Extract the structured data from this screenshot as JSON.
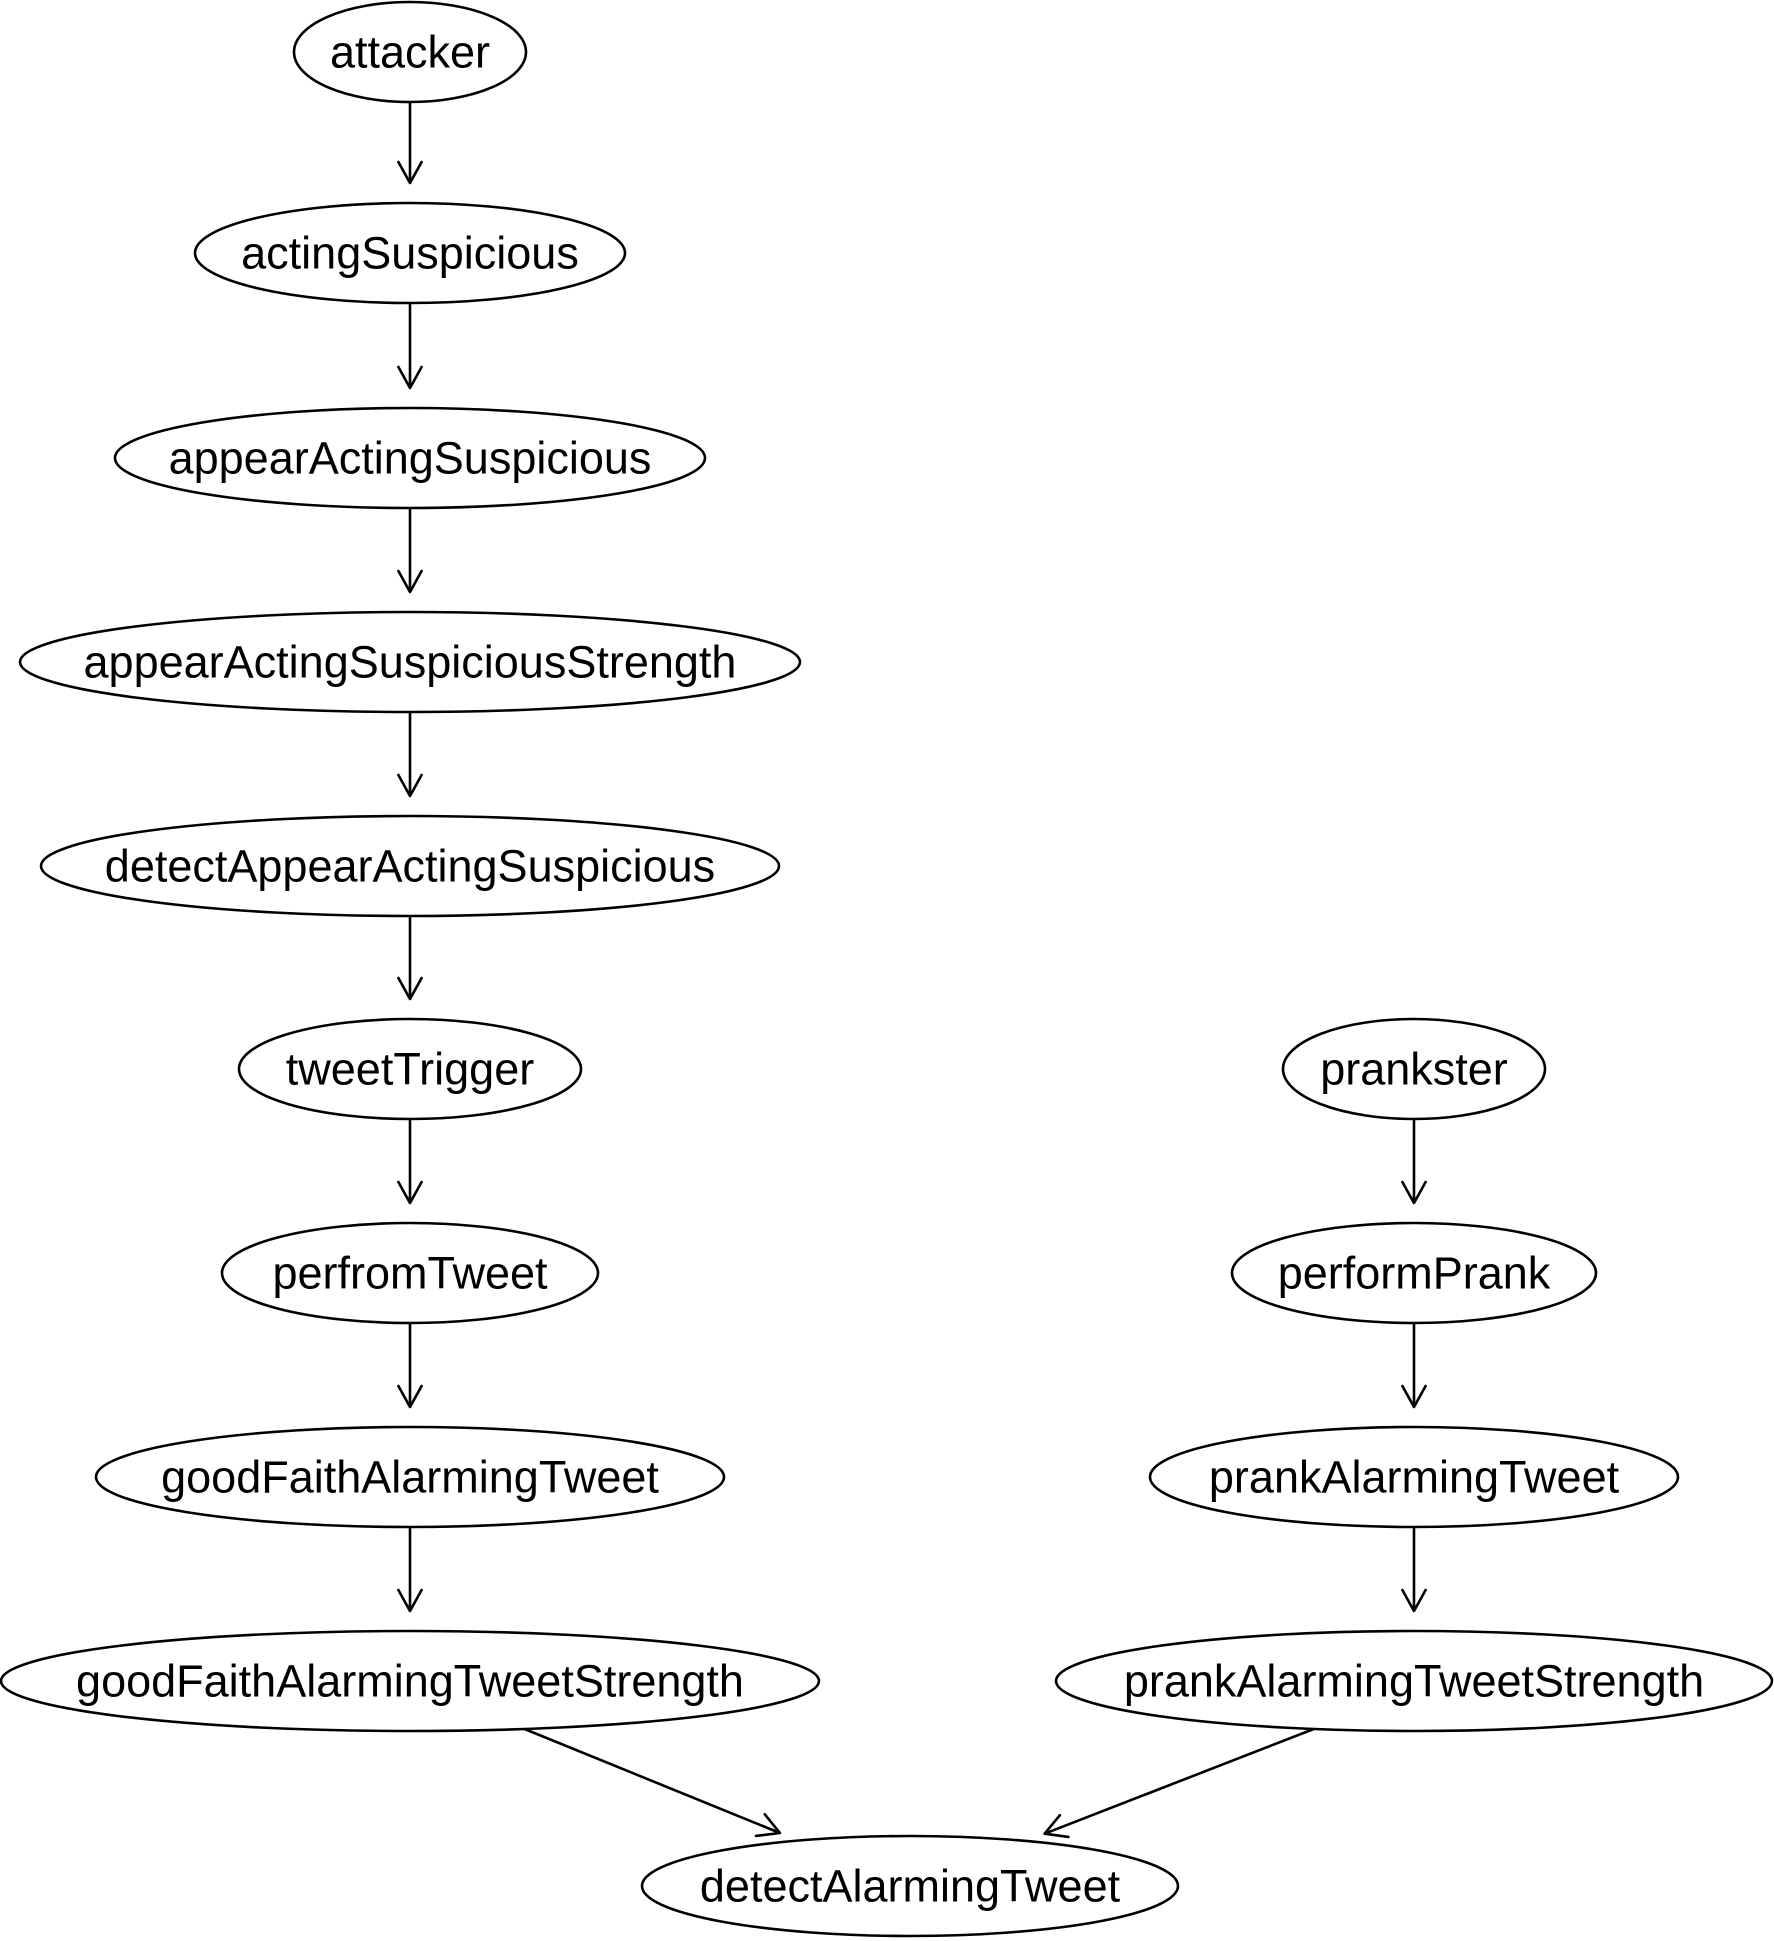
{
  "diagram": {
    "nodes": [
      {
        "id": "attacker",
        "label": "attacker"
      },
      {
        "id": "actingSuspicious",
        "label": "actingSuspicious"
      },
      {
        "id": "appearActingSuspicious",
        "label": "appearActingSuspicious"
      },
      {
        "id": "appearActingSuspiciousStrength",
        "label": "appearActingSuspiciousStrength"
      },
      {
        "id": "detectAppearActingSuspicious",
        "label": "detectAppearActingSuspicious"
      },
      {
        "id": "tweetTrigger",
        "label": "tweetTrigger"
      },
      {
        "id": "perfromTweet",
        "label": "perfromTweet"
      },
      {
        "id": "goodFaithAlarmingTweet",
        "label": "goodFaithAlarmingTweet"
      },
      {
        "id": "goodFaithAlarmingTweetStrength",
        "label": "goodFaithAlarmingTweetStrength"
      },
      {
        "id": "prankster",
        "label": "prankster"
      },
      {
        "id": "performPrank",
        "label": "performPrank"
      },
      {
        "id": "prankAlarmingTweet",
        "label": "prankAlarmingTweet"
      },
      {
        "id": "prankAlarmingTweetStrength",
        "label": "prankAlarmingTweetStrength"
      },
      {
        "id": "detectAlarmingTweet",
        "label": "detectAlarmingTweet"
      }
    ],
    "edges": [
      {
        "from": "attacker",
        "to": "actingSuspicious"
      },
      {
        "from": "actingSuspicious",
        "to": "appearActingSuspicious"
      },
      {
        "from": "appearActingSuspicious",
        "to": "appearActingSuspiciousStrength"
      },
      {
        "from": "appearActingSuspiciousStrength",
        "to": "detectAppearActingSuspicious"
      },
      {
        "from": "detectAppearActingSuspicious",
        "to": "tweetTrigger"
      },
      {
        "from": "tweetTrigger",
        "to": "perfromTweet"
      },
      {
        "from": "perfromTweet",
        "to": "goodFaithAlarmingTweet"
      },
      {
        "from": "goodFaithAlarmingTweet",
        "to": "goodFaithAlarmingTweetStrength"
      },
      {
        "from": "goodFaithAlarmingTweetStrength",
        "to": "detectAlarmingTweet"
      },
      {
        "from": "prankster",
        "to": "performPrank"
      },
      {
        "from": "performPrank",
        "to": "prankAlarmingTweet"
      },
      {
        "from": "prankAlarmingTweet",
        "to": "prankAlarmingTweetStrength"
      },
      {
        "from": "prankAlarmingTweetStrength",
        "to": "detectAlarmingTweet"
      }
    ]
  }
}
